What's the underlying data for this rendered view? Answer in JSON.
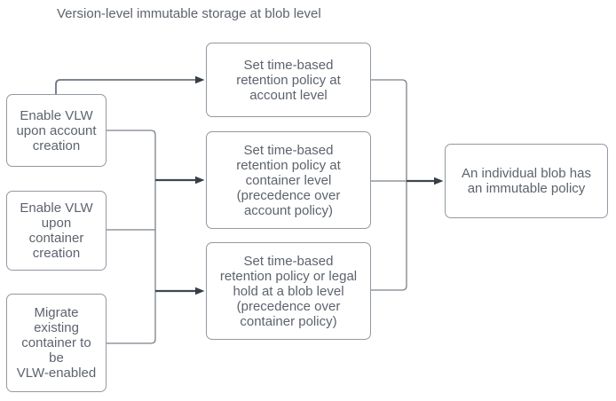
{
  "diagram": {
    "title": "Version-level immutable storage at blob level",
    "colors": {
      "background": "#ffffff",
      "box_border": "#9199a1",
      "box_fill": "#ffffff",
      "text": "#5d636d",
      "connector_light": "#7b828a",
      "connector_arrow": "#40474f",
      "arrowhead": "#373e48"
    },
    "nodes": {
      "enable_vlw_account": {
        "label": "Enable VLW\nupon account\ncreation"
      },
      "enable_vlw_container": {
        "label": "Enable VLW\nupon\ncontainer\ncreation"
      },
      "migrate_existing_container": {
        "label": "Migrate\nexisting\ncontainer to\nbe\nVLW-enabled"
      },
      "retention_account_level": {
        "label": "Set time-based\nretention policy at\naccount level"
      },
      "retention_container_level": {
        "label": "Set time-based\nretention policy at\ncontainer level\n(precedence over\naccount policy)"
      },
      "retention_blob_level": {
        "label": "Set time-based\nretention policy or legal\nhold at a blob level\n(precedence over\ncontainer policy)"
      },
      "blob_immutable_policy": {
        "label": "An individual blob has\nan immutable policy"
      }
    },
    "edges": [
      {
        "from": "enable_vlw_account",
        "to": "retention_account_level"
      },
      {
        "from": "enable_vlw_account",
        "to": "retention_container_level"
      },
      {
        "from": "enable_vlw_container",
        "to": "retention_container_level"
      },
      {
        "from": "enable_vlw_container",
        "to": "retention_blob_level"
      },
      {
        "from": "migrate_existing_container",
        "to": "retention_blob_level"
      },
      {
        "from": "retention_account_level",
        "to": "blob_immutable_policy"
      },
      {
        "from": "retention_container_level",
        "to": "blob_immutable_policy"
      },
      {
        "from": "retention_blob_level",
        "to": "blob_immutable_policy"
      }
    ]
  }
}
